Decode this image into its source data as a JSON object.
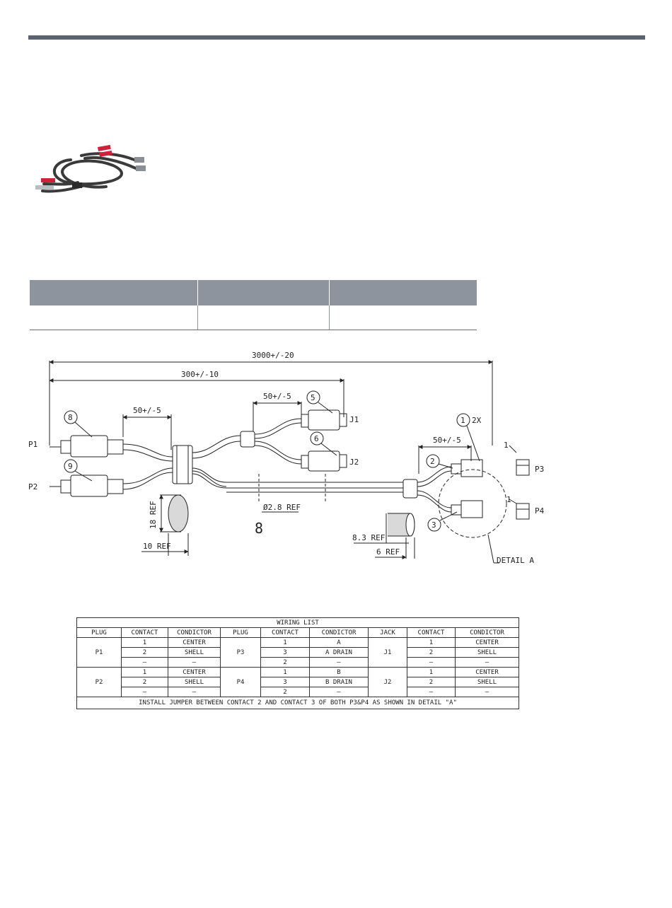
{
  "drawing": {
    "dim_total": "3000+/-20",
    "dim_breakout": "300+/-10",
    "dim_plug_tail": "50+/-5",
    "dim_jack_tail": "50+/-5",
    "dim_terminal_tail": "50+/-5",
    "label_p1": "P1",
    "label_p2": "P2",
    "label_j1": "J1",
    "label_j2": "J2",
    "label_p3": "P3",
    "label_p4": "P4",
    "callout_1": "1",
    "callout_1_qty": "2X",
    "callout_2": "2",
    "callout_3": "3",
    "callout_5": "5",
    "callout_6": "6",
    "callout_8": "8",
    "callout_9": "9",
    "callout_p3_pin": "1",
    "callout_p4_pin": "1",
    "dim_18_ref": "18 REF",
    "dim_10_ref": "10 REF",
    "dim_cable_dia": "Ø2.8 REF",
    "cable_section_glyph": "8",
    "dim_8_3_ref": "8.3 REF",
    "dim_6_ref": "6 REF",
    "detail_label": "DETAIL A"
  },
  "wiring_list": {
    "title": "WIRING LIST",
    "headers": [
      "PLUG",
      "CONTACT",
      "CONDICTOR",
      "PLUG",
      "CONTACT",
      "CONDICTOR",
      "JACK",
      "CONTACT",
      "CONDICTOR"
    ],
    "groups": [
      {
        "plug": "P1",
        "plug2": "P3",
        "jack": "J1",
        "rows": [
          [
            "1",
            "CENTER",
            "1",
            "A",
            "1",
            "CENTER"
          ],
          [
            "2",
            "SHELL",
            "3",
            "A DRAIN",
            "2",
            "SHELL"
          ],
          [
            "—",
            "—",
            "2",
            "—",
            "—",
            "—"
          ]
        ]
      },
      {
        "plug": "P2",
        "plug2": "P4",
        "jack": "J2",
        "rows": [
          [
            "1",
            "CENTER",
            "1",
            "B",
            "1",
            "CENTER"
          ],
          [
            "2",
            "SHELL",
            "3",
            "B DRAIN",
            "2",
            "SHELL"
          ],
          [
            "—",
            "—",
            "2",
            "—",
            "—",
            "—"
          ]
        ]
      }
    ],
    "note": "INSTALL JUMPER BETWEEN CONTACT 2 AND CONTACT 3 OF BOTH P3&P4 AS SHOWN IN DETAIL \"A\""
  },
  "colors": {
    "top_bar": "#5a6270",
    "table_header": "#8e949d",
    "rca_red": "#d0203a",
    "terminal_green": "#2f6b45"
  }
}
